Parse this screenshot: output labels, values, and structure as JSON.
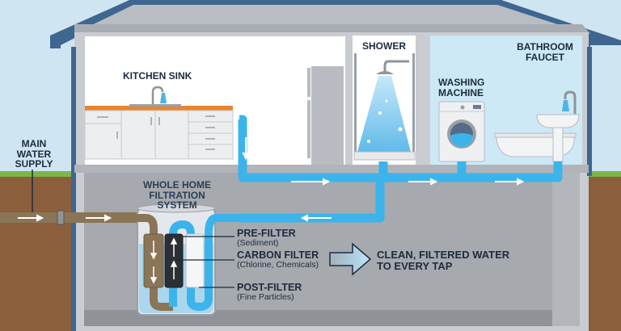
{
  "title": "Whole Home Water Filtration Diagram",
  "labels": {
    "main_supply": [
      "MAIN",
      "WATER",
      "SUPPLY"
    ],
    "kitchen_sink": "KITCHEN SINK",
    "shower": "SHOWER",
    "washing_machine": [
      "WASHING",
      "MACHINE"
    ],
    "bathroom_faucet": [
      "BATHROOM",
      "FAUCET"
    ],
    "filtration_system": [
      "WHOLE HOME",
      "FILTRATION SYSTEM"
    ],
    "result": [
      "CLEAN, FILTERED WATER",
      "TO EVERY TAP"
    ]
  },
  "filters": [
    {
      "name": "PRE-FILTER",
      "detail": "(Sediment)"
    },
    {
      "name": "CARBON FILTER",
      "detail": "(Chlorine, Chemicals)"
    },
    {
      "name": "POST-FILTER",
      "detail": "(Fine Particles)"
    }
  ],
  "colors": {
    "sky": "#cfe6f2",
    "roof": "#3e6690",
    "wall": "#c9ccd1",
    "dirty_pipe": "#8a7556",
    "clean_pipe": "#3bb4ec",
    "countertop": "#e8862c",
    "soil": "#8b5e3c",
    "grass": "#7bb648",
    "text": "#1c2b3f"
  }
}
